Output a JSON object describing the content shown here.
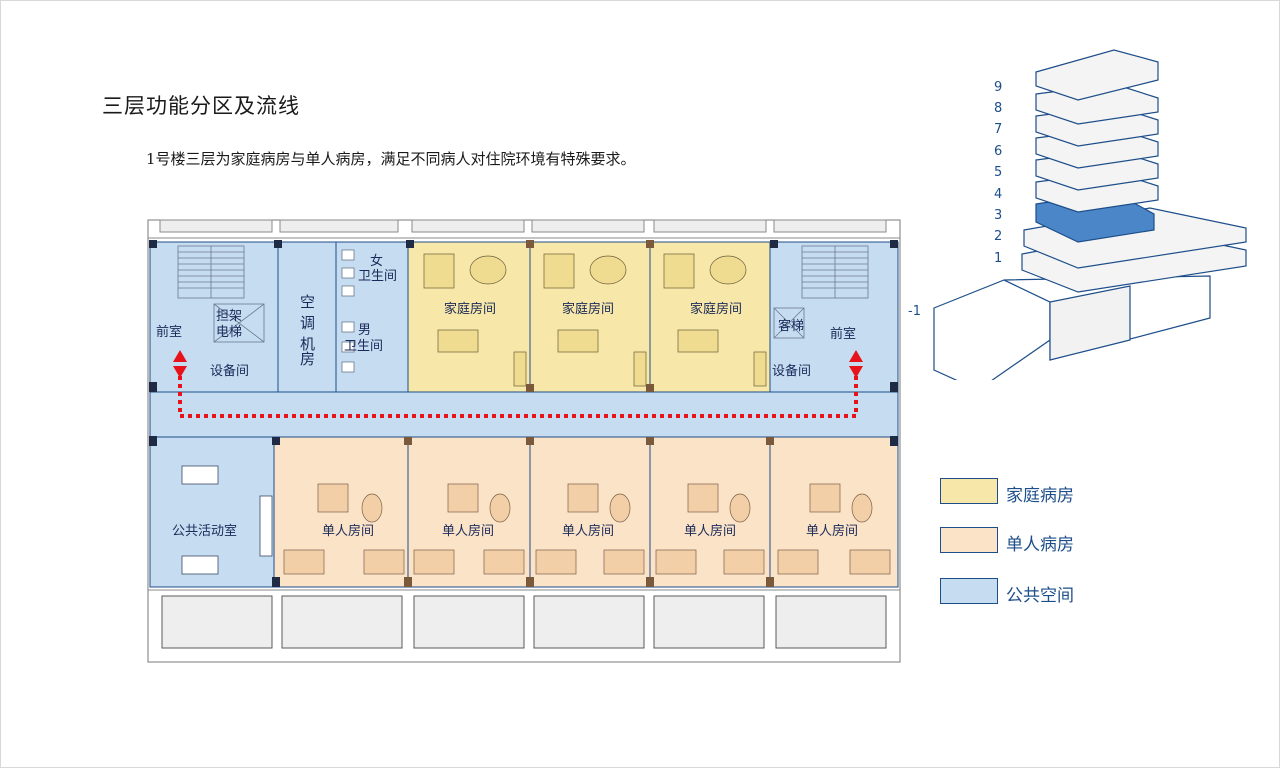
{
  "page": {
    "title": "三层功能分区及流线",
    "subtitle": "1号楼三层为家庭病房与单人病房，满足不同病人对住院环境有特殊要求。"
  },
  "plan": {
    "labels": {
      "front_room_left": "前室",
      "stretcher_elevator_1": "担架",
      "stretcher_elevator_2": "电梯",
      "equipment_left": "设备间",
      "ac_room": [
        "空",
        "调",
        "机",
        "房"
      ],
      "female_wc_1": "女",
      "female_wc_2": "卫生间",
      "male_wc_1": "男",
      "male_wc_2": "卫生间",
      "family_rooms": [
        "家庭房间",
        "家庭房间",
        "家庭房间"
      ],
      "guest_elevator": "客梯",
      "front_room_right": "前室",
      "equipment_right": "设备间",
      "activity_room": "公共活动室",
      "single_rooms": [
        "单人房间",
        "单人房间",
        "单人房间",
        "单人房间",
        "单人房间"
      ]
    },
    "colors": {
      "family": "#f7e7a8",
      "single": "#fbe3c8",
      "public": "#c6dcf0",
      "flow": "#e8131a"
    }
  },
  "stack": {
    "floors": [
      "9",
      "8",
      "7",
      "6",
      "5",
      "4",
      "3",
      "2",
      "1",
      "-1"
    ],
    "highlight": "3",
    "highlight_color": "#4a86c8"
  },
  "legend": [
    {
      "label": "家庭病房",
      "color": "#f7e7a8"
    },
    {
      "label": "单人病房",
      "color": "#fbe3c8"
    },
    {
      "label": "公共空间",
      "color": "#c6dcf0"
    }
  ]
}
